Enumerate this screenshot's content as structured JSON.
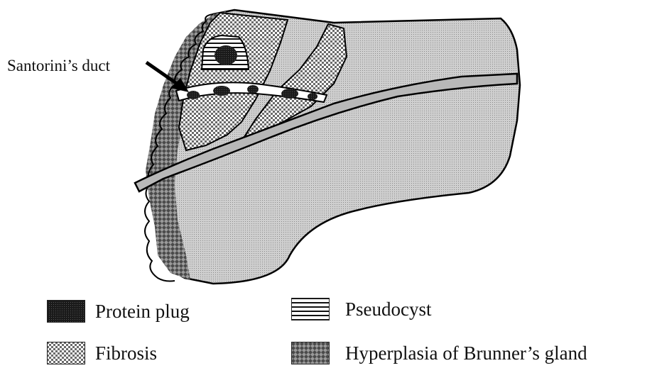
{
  "callout": {
    "label": "Santorini’s duct"
  },
  "legend": {
    "items": [
      {
        "id": "protein-plug",
        "label": "Protein plug",
        "pattern": "dark"
      },
      {
        "id": "pseudocyst",
        "label": "Pseudocyst",
        "pattern": "hlines"
      },
      {
        "id": "fibrosis",
        "label": "Fibrosis",
        "pattern": "check"
      },
      {
        "id": "brunner",
        "label": "Hyperplasia of Brunner’s gland",
        "pattern": "brunner"
      }
    ]
  },
  "colors": {
    "pancreas_fill": "#c8c8c8",
    "duct_fill": "#b8b8b8",
    "fibrosis_light": "#ffffff",
    "fibrosis_dark": "#6a6a6a",
    "brunner_dark": "#4a4a4a",
    "plug": "#1a1a1a"
  }
}
